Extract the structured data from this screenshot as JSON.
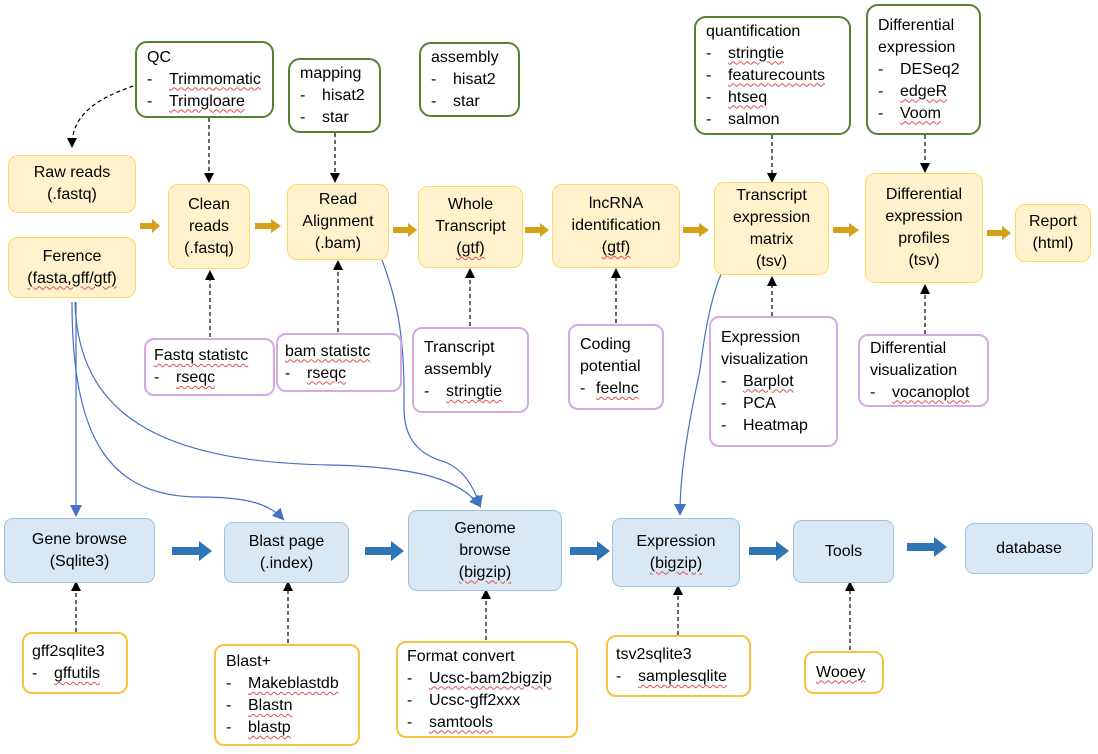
{
  "tools_top": {
    "qc": {
      "title": "QC",
      "items": [
        "Trimmomatic",
        "Trimgloare"
      ]
    },
    "mapping": {
      "title": "mapping",
      "items": [
        "hisat2",
        "star"
      ]
    },
    "assembly": {
      "title": "assembly",
      "items": [
        "hisat2",
        "star"
      ]
    },
    "quantification": {
      "title": "quantification",
      "items": [
        "stringtie",
        "featurecounts",
        "htseq",
        "salmon"
      ]
    },
    "differential": {
      "title_1": "Differential",
      "title_2": "expression",
      "items": [
        "DESeq2",
        "edgeR",
        "Voom"
      ]
    }
  },
  "inputs": {
    "raw_reads": [
      "Raw reads",
      "(.fastq)"
    ],
    "ference": [
      "Ference",
      "(fasta,gff/gtf)"
    ]
  },
  "pipeline": {
    "clean_reads": [
      "Clean",
      "reads",
      "(.fastq)"
    ],
    "read_alignment": [
      "Read",
      "Alignment",
      "(.bam)"
    ],
    "whole_transcript": [
      "Whole",
      "Transcript",
      "(gtf)"
    ],
    "lncrna": [
      "lncRNA",
      "identification",
      "(gtf)"
    ],
    "transcript_matrix": [
      "Transcript",
      "expression",
      "matrix",
      "(tsv)"
    ],
    "diff_profiles": [
      "Differential",
      "expression",
      "profiles",
      "(tsv)"
    ],
    "report": [
      "Report",
      "(html)"
    ]
  },
  "tools_mid": {
    "fastq_stat": {
      "title": "Fastq statistc",
      "items": [
        "rseqc"
      ]
    },
    "bam_stat": {
      "title": "bam statistc",
      "items": [
        "rseqc"
      ]
    },
    "transcript_assembly": {
      "title_1": "Transcript",
      "title_2": "assembly",
      "items": [
        "stringtie"
      ]
    },
    "coding_potential": {
      "title_1": "Coding",
      "title_2": "potential",
      "items": [
        "feelnc"
      ]
    },
    "expression_vis": {
      "title_1": "Expression",
      "title_2": "visualization",
      "items": [
        "Barplot",
        "PCA",
        "Heatmap"
      ]
    },
    "diff_vis": {
      "title_1": "Differential",
      "title_2": "visualization",
      "items": [
        "vocanoplot"
      ]
    }
  },
  "database_row": {
    "gene_browse": [
      "Gene browse",
      "(Sqlite3)"
    ],
    "blast_page": [
      "Blast page",
      "(.index)"
    ],
    "genome_browse": [
      "Genome",
      "browse",
      "(bigzip)"
    ],
    "expression": [
      "Expression",
      "(bigzip)"
    ],
    "tools": [
      "Tools"
    ],
    "database": [
      "database"
    ]
  },
  "tools_bottom": {
    "gff2sqlite3": {
      "title": "gff2sqlite3",
      "items": [
        "gffutils"
      ]
    },
    "blast_plus": {
      "title": "Blast+",
      "items": [
        "Makeblastdb",
        "Blastn",
        "blastp"
      ]
    },
    "format_convert": {
      "title": "Format convert",
      "items": [
        "Ucsc-bam2bigzip",
        "Ucsc-gff2xxx",
        "samtools"
      ]
    },
    "tsv2sqlite3": {
      "title": "tsv2sqlite3",
      "items": [
        "samplesqlite"
      ]
    },
    "wooey": {
      "title": "Wooey"
    }
  },
  "colors": {
    "tool_border_green": "#548235",
    "pipeline_fill": "#fff2cc",
    "pipeline_border": "#ffd966",
    "aux_border_purple": "#d7a9e3",
    "db_fill": "#dae8f4",
    "db_border": "#9dc3e6",
    "bottom_border_orange": "#f7c242",
    "gold_arrow": "#d4a017",
    "blue_arrow": "#2e75b6",
    "connector_blue": "#4472c4"
  }
}
